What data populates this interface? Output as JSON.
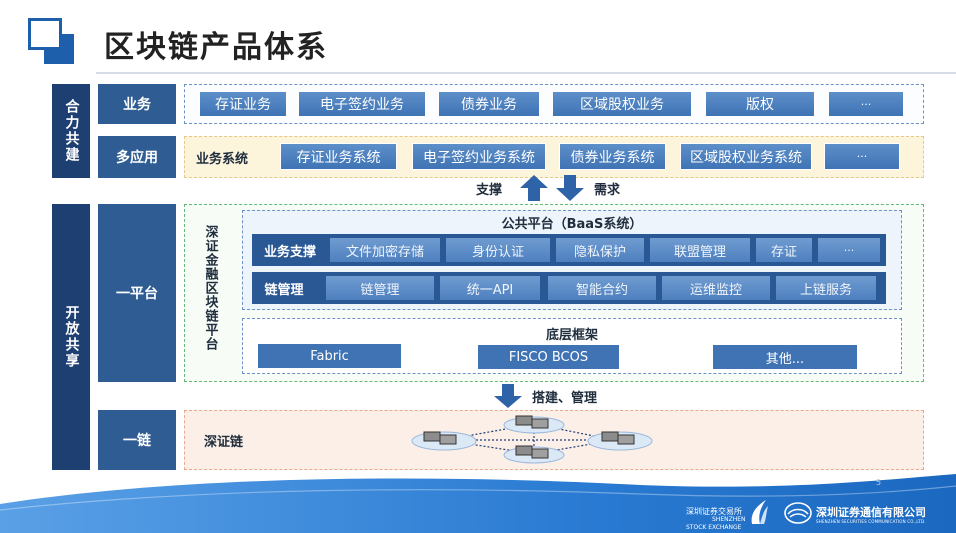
{
  "header": {
    "title": "区块链产品体系"
  },
  "left_groups": [
    {
      "id": "co-build",
      "label": "合力共建"
    },
    {
      "id": "open-share",
      "label": "开放共享"
    }
  ],
  "rows": {
    "business": {
      "label": "业务",
      "items": [
        "存证业务",
        "电子签约业务",
        "债券业务",
        "区域股权业务",
        "版权",
        "···"
      ]
    },
    "multi_app": {
      "label": "多应用",
      "caption": "业务系统",
      "items": [
        "存证业务系统",
        "电子签约业务系统",
        "债券业务系统",
        "区域股权业务系统",
        "···"
      ]
    },
    "arrows_top": {
      "left": "支撑",
      "right": "需求"
    },
    "platform": {
      "label": "一平台",
      "vertical_title": "深证金融区块链平台",
      "public_platform": {
        "title": "公共平台（BaaS系统）",
        "business_support": {
          "label": "业务支撑",
          "items": [
            "文件加密存储",
            "身份认证",
            "隐私保护",
            "联盟管理",
            "存证",
            "···"
          ]
        },
        "chain_management": {
          "label": "链管理",
          "items": [
            "链管理",
            "统一API",
            "智能合约",
            "运维监控",
            "上链服务"
          ]
        }
      },
      "base_framework": {
        "title": "底层框架",
        "items": [
          "Fabric",
          "FISCO BCOS",
          "其他..."
        ]
      }
    },
    "arrow_bottom": {
      "label": "搭建、管理"
    },
    "chain": {
      "label": "一链",
      "caption": "深证链"
    }
  },
  "footer": {
    "page_number": "5",
    "logo_left": {
      "cn": "深圳证券交易所",
      "en1": "SHENZHEN",
      "en2": "STOCK EXCHANGE"
    },
    "logo_right": {
      "cn": "深圳证券通信有限公司",
      "en": "SHENZHEN SECURITIES COMMUNICATION CO.,LTD."
    }
  },
  "colors": {
    "navy": "#1d3f72",
    "label_blue": "#2f5d93",
    "box_blue": "#4e80bf",
    "dash_blue": "#6e93c6",
    "dash_green": "#66b977",
    "dash_orange": "#e9a98c",
    "footer_blue": "#1b68c0"
  }
}
